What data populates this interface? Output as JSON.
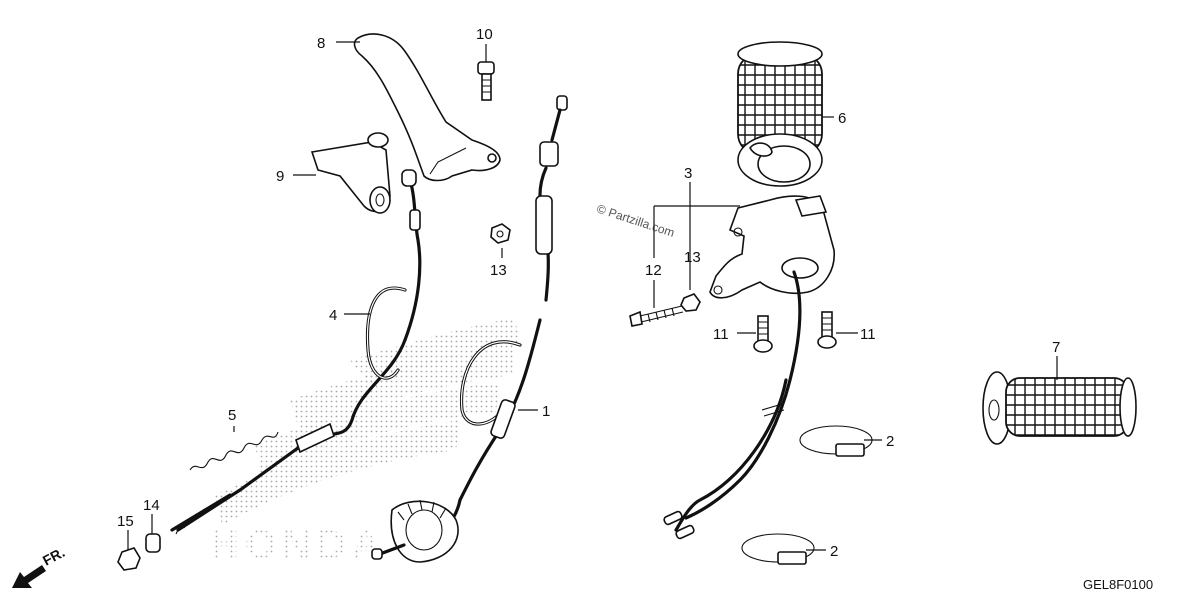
{
  "watermark": "© Partzilla.com",
  "diagram_code": "GEL8F0100",
  "front_indicator": "FR.",
  "callouts": {
    "c1": "1",
    "c2a": "2",
    "c2b": "2",
    "c3": "3",
    "c4": "4",
    "c5": "5",
    "c6": "6",
    "c7": "7",
    "c8": "8",
    "c9": "9",
    "c10": "10",
    "c11a": "11",
    "c11b": "11",
    "c12": "12",
    "c13a": "13",
    "c13b": "13",
    "c14": "14",
    "c15": "15"
  },
  "icons": {
    "front_arrow": "arrow-left-down-icon",
    "honda_logo_watermark": "honda-wing-logo"
  }
}
